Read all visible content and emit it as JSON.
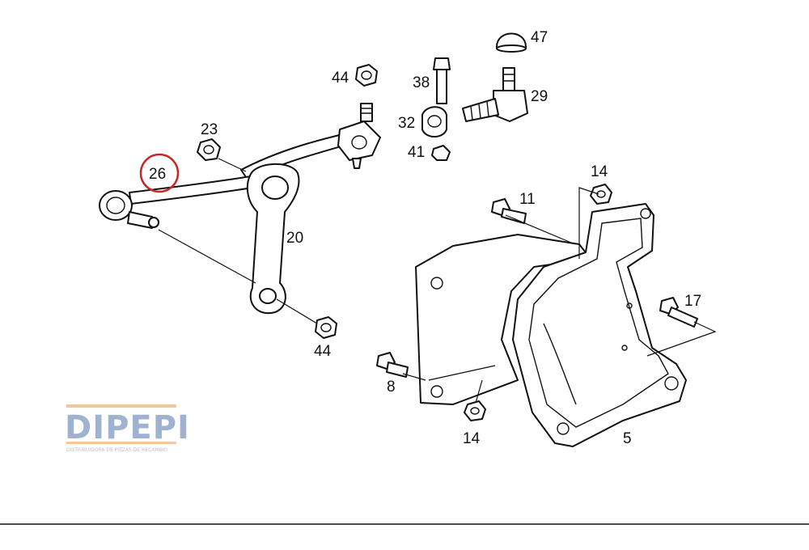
{
  "callouts": {
    "p47": "47",
    "p44_top": "44",
    "p38": "38",
    "p29": "29",
    "p23": "23",
    "p32": "32",
    "p26": "26",
    "p41": "41",
    "p14_top": "14",
    "p11": "11",
    "p20": "20",
    "p17": "17",
    "p44_bottom": "44",
    "p8": "8",
    "p14_bottom": "14",
    "p5": "5"
  },
  "highlight": {
    "part": "26",
    "color": "#c62828"
  },
  "watermark": {
    "brand": "DIPEPI",
    "tagline": "DISTRIBUIDORA DE PIEZAS DE RECAMBIO"
  },
  "colors": {
    "line": "#111111",
    "watermark": "#9fb3d1",
    "watermark_bar": "#f2c79a"
  }
}
